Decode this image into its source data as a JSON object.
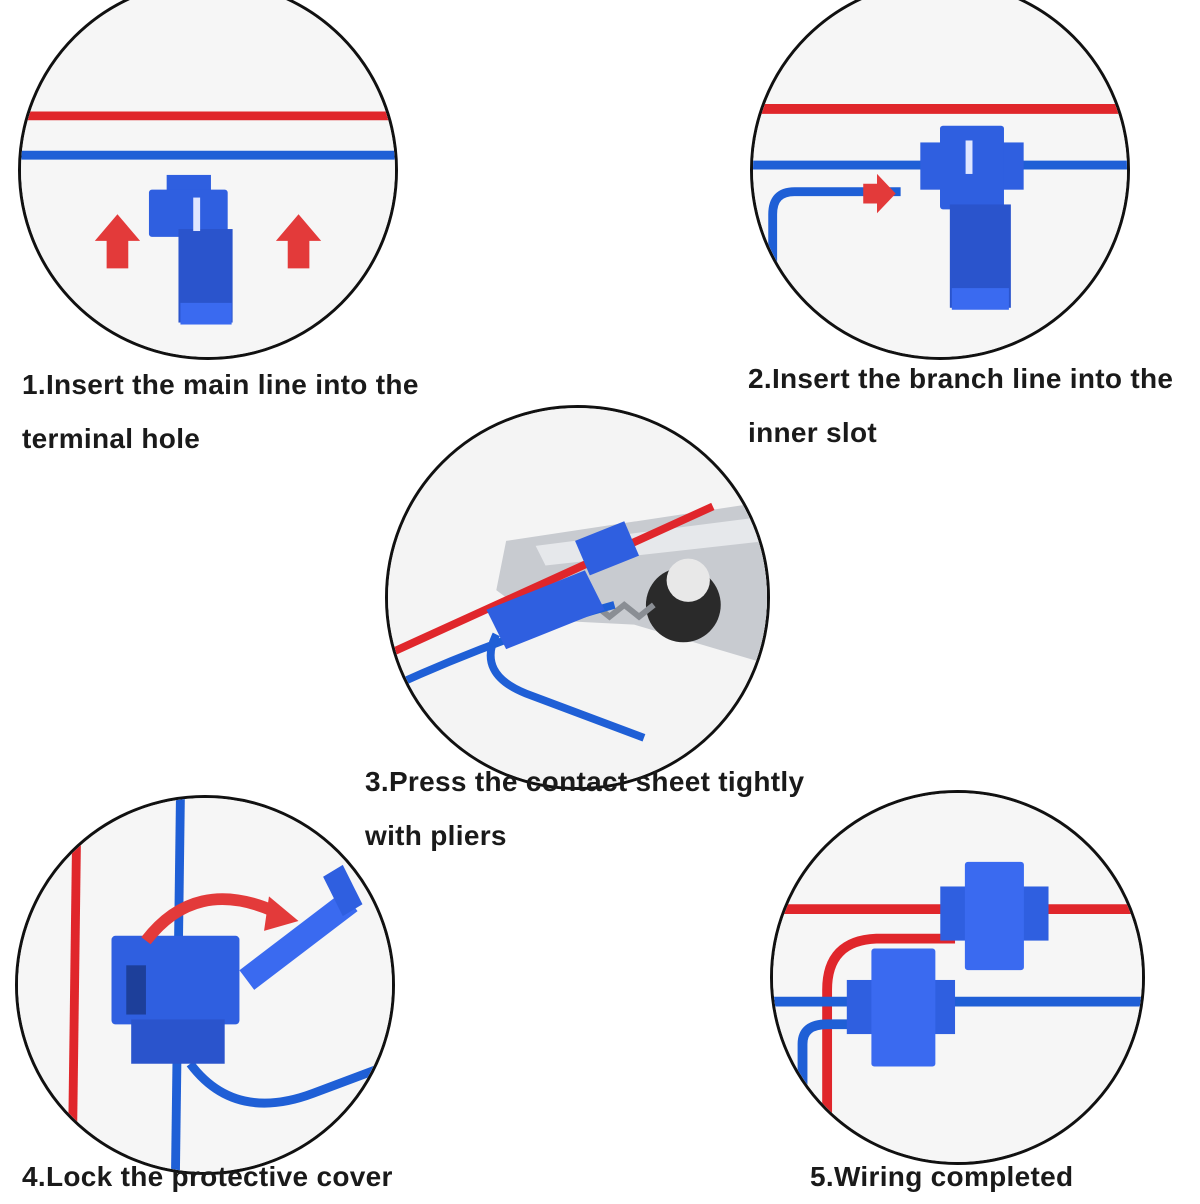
{
  "steps": [
    {
      "caption_line1": "1.Insert the main line into the",
      "caption_line2": "terminal hole"
    },
    {
      "caption_line1": "2.Insert the branch line into the",
      "caption_line2": "inner slot"
    },
    {
      "caption_line1": "3.Press the contact sheet tightly",
      "caption_line2": "with pliers"
    },
    {
      "caption_line1": "4.Lock the protective cover",
      "caption_line2": ""
    },
    {
      "caption_line1": "5.Wiring completed",
      "caption_line2": ""
    }
  ],
  "colors": {
    "red_wire": "#e0262b",
    "blue_wire": "#1f5fd6",
    "connector": "#2f5fe0",
    "arrow": "#e33a3a",
    "pliers": "#c8cbd0"
  },
  "icons": [
    "red-up-arrow-icon",
    "red-right-arrow-icon",
    "curved-arrow-icon",
    "pliers-icon",
    "t-tap-connector-icon"
  ]
}
